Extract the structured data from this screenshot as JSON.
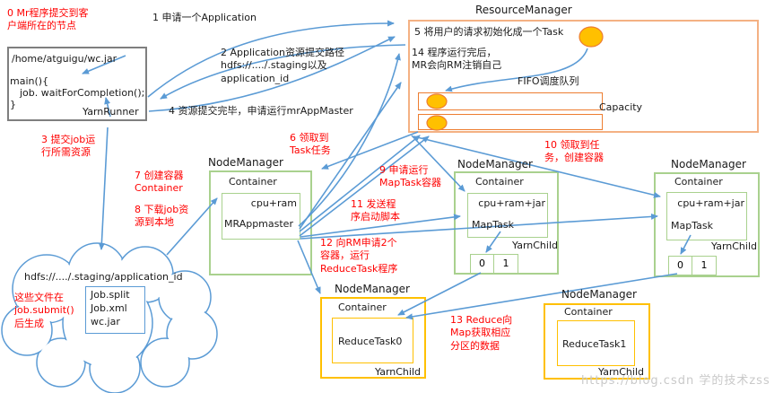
{
  "colors": {
    "arrow_blue": "#5B9BD5",
    "orange_border": "#ED7D31",
    "gold_fill": "#FFC000",
    "green_border": "#A9D18E",
    "red_text": "#FF0000",
    "gray_border": "#7F7F7F"
  },
  "client": {
    "jar": "/home/atguigu/wc.jar",
    "code_line1": "main(){",
    "code_line2": "job. waitForCompletion();",
    "code_line3": "}",
    "runner": "YarnRunner"
  },
  "steps": {
    "s0": "0 Mr程序提交到客\n户端所在的节点",
    "s1": "1 申请一个Application",
    "s2": "2 Application资源提交路径\nhdfs://..../.staging以及\napplication_id",
    "s3": "3 提交job运\n行所需资源",
    "s4": "4 资源提交完毕，申请运行mrAppMaster",
    "s5": "5 将用户的请求初始化成一个Task",
    "s6": "6 领取到\nTask任务",
    "s7": "7 创建容器\nContainer",
    "s8": "8 下载job资\n源到本地",
    "s9": "9 申请运行\nMapTask容器",
    "s10": "10 领取到任\n务，创建容器",
    "s11": "11 发送程\n序启动脚本",
    "s12": "12 向RM申请2个\n容器，运行\nReduceTask程序",
    "s13": "13 Reduce向\nMap获取相应\n分区的数据",
    "s14": "14 程序运行完后，\nMR会向RM注销自己"
  },
  "resource_manager": {
    "title": "ResourceManager",
    "queue_label": "FIFO调度队列",
    "capacity_label": "Capacity"
  },
  "node_managers": [
    {
      "title": "NodeManager",
      "container": "Container",
      "resource": "cpu+ram",
      "task": "MRAppmaster"
    },
    {
      "title": "NodeManager",
      "container": "Container",
      "resource": "cpu+ram+jar",
      "task": "MapTask",
      "child": "YarnChild",
      "slots": [
        "0",
        "1"
      ]
    },
    {
      "title": "NodeManager",
      "container": "Container",
      "resource": "cpu+ram+jar",
      "task": "MapTask",
      "child": "YarnChild",
      "slots": [
        "0",
        "1"
      ]
    },
    {
      "title": "NodeManager",
      "container": "Container",
      "task": "ReduceTask0",
      "child": "YarnChild"
    },
    {
      "title": "NodeManager",
      "container": "Container",
      "task": "ReduceTask1",
      "child": "YarnChild"
    }
  ],
  "cloud": {
    "path": "hdfs://..../.staging/application_id",
    "files": [
      "Job.split",
      "Job.xml",
      "wc.jar"
    ],
    "note": "这些文件在\njob.submit()\n后生成"
  },
  "watermark": "https://blog.csdn 学的技术zss"
}
